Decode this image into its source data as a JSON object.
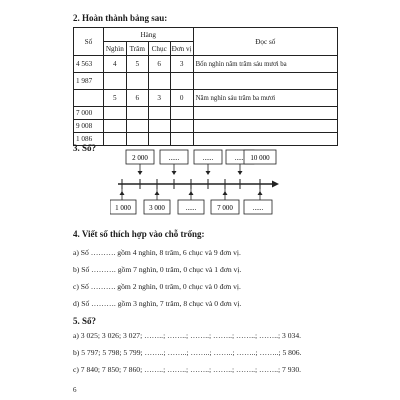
{
  "ex2": {
    "title": "2. Hoàn thành bảng sau:",
    "col_so": "Số",
    "col_hang": "Hàng",
    "col_doc_so": "Đọc số",
    "sub_cols": [
      "Nghìn",
      "Trăm",
      "Chục",
      "Đơn vị"
    ],
    "rows": [
      {
        "so": "4 563",
        "nghin": "4",
        "tram": "5",
        "chuc": "6",
        "don_vi": "3",
        "doc": "Bốn nghìn năm trăm sáu mươi ba"
      },
      {
        "so": "1 987",
        "nghin": "",
        "tram": "",
        "chuc": "",
        "don_vi": "",
        "doc": ""
      },
      {
        "so": "",
        "nghin": "5",
        "tram": "6",
        "chuc": "3",
        "don_vi": "0",
        "doc": "Năm nghìn sáu trăm ba mươi"
      },
      {
        "so": "7 000",
        "nghin": "",
        "tram": "",
        "chuc": "",
        "don_vi": "",
        "doc": ""
      },
      {
        "so": "9 008",
        "nghin": "",
        "tram": "",
        "chuc": "",
        "don_vi": "",
        "doc": ""
      },
      {
        "so": "1 086",
        "nghin": "",
        "tram": "",
        "chuc": "",
        "don_vi": "",
        "doc": ""
      }
    ]
  },
  "ex3": {
    "title": "3. Số?",
    "top_boxes": [
      "2 000",
      "......",
      "......",
      "......",
      "10 000"
    ],
    "bottom_boxes": [
      "1 000",
      "3 000",
      "......",
      "7 000",
      "......"
    ]
  },
  "ex4": {
    "title": "4. Viết số thích hợp vào chỗ trống:",
    "lines": [
      "a) Số ………. gồm 4 nghìn, 8 trăm, 6 chục và 9 đơn vị.",
      "b) Số ………. gồm 7 nghìn, 0 trăm, 0 chục và 1 đơn vị.",
      "c) Số ………. gồm 2 nghìn, 0 trăm, 0 chục và 0 đơn vị.",
      "d) Số ………. gồm 3 nghìn, 7 trăm, 8 chục và 0 đơn vị."
    ]
  },
  "ex5": {
    "title": "5. Số?",
    "lines": [
      "a) 3 025; 3 026; 3 027; ……..; ……..; ……..; ……..; ……..; ……..; 3 034.",
      "b) 5 797; 5 798; 5 799; ……..; ……..; ……..; ……..; ……..; ……..; 5 806.",
      "c) 7 840; 7 850; 7 860; ……..; ……..; ……..; ……..; ……..; ……..; 7 930."
    ]
  },
  "page_number": "6"
}
